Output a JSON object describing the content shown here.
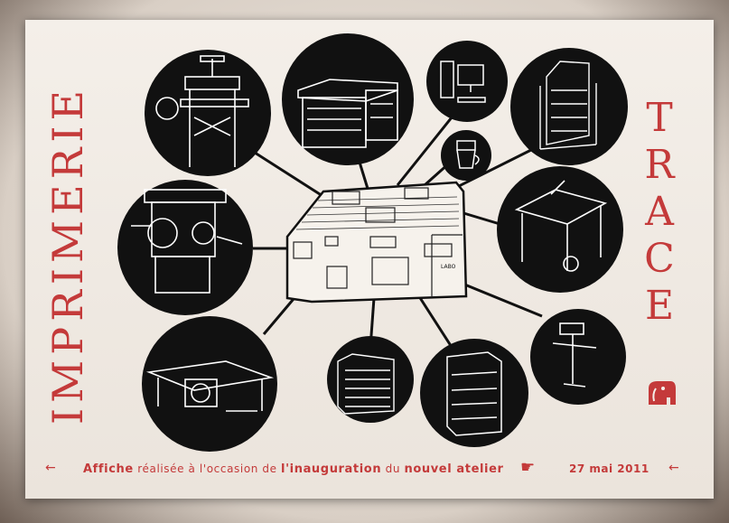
{
  "poster": {
    "title_left": "IMPRIMERIE",
    "title_right_letters": [
      "T",
      "R",
      "A",
      "C",
      "E"
    ],
    "labo_label": "LABO",
    "footer": {
      "arrow_left": "←",
      "word1": "Affiche",
      "text1": "réalisée à l'occasion de",
      "word2": "l'inauguration",
      "text2": "du",
      "word3": "nouvel atelier",
      "date": "27 mai 2011",
      "arrow_right": "←"
    }
  },
  "colors": {
    "accent": "#c43a3a",
    "ink": "#111111",
    "paper": "#f4efe9"
  },
  "icons": [
    "pointing-hand-icon",
    "elephant-logo-icon",
    "arrow-left-icon"
  ]
}
